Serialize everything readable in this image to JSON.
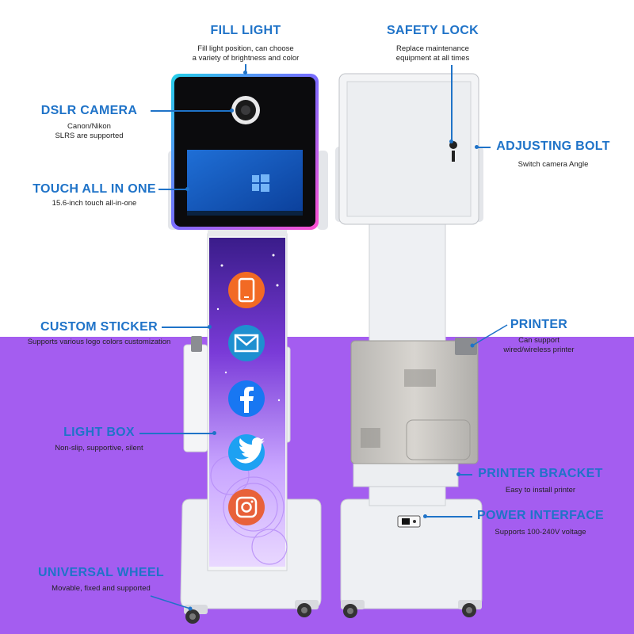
{
  "callouts": {
    "fill_light": {
      "title": "FILL LIGHT",
      "desc": [
        "Fill light position, can choose",
        "a variety of brightness and color"
      ]
    },
    "safety_lock": {
      "title": "SAFETY LOCK",
      "desc": [
        "Replace maintenance",
        "equipment at all times"
      ]
    },
    "dslr_camera": {
      "title": "DSLR CAMERA",
      "desc": [
        "Canon/Nikon",
        "SLRS are supported"
      ]
    },
    "adjusting_bolt": {
      "title": "ADJUSTING BOLT",
      "desc": [
        "Switch camera Angle"
      ]
    },
    "touch_all_in_one": {
      "title": "TOUCH ALL IN ONE",
      "desc": [
        "15.6-inch touch all-in-one"
      ]
    },
    "custom_sticker": {
      "title": "CUSTOM STICKER",
      "desc": [
        "Supports various logo colors customization"
      ]
    },
    "printer": {
      "title": "PRINTER",
      "desc": [
        "Can support",
        "wired/wireless printer"
      ]
    },
    "light_box": {
      "title": "LIGHT BOX",
      "desc": [
        "Non-slip, supportive, silent"
      ]
    },
    "printer_bracket": {
      "title": "PRINTER BRACKET",
      "desc": [
        "Easy to install printer"
      ]
    },
    "power_interface": {
      "title": "POWER INTERFACE",
      "desc": [
        "Supports 100-240V voltage"
      ]
    },
    "universal_wheel": {
      "title": "UNIVERSAL WHEEL",
      "desc": [
        "Movable, fixed and supported"
      ]
    }
  },
  "colors": {
    "callout_blue": "#1f73c8",
    "background_purple": "#a45df0",
    "phone_icon": "#f26a24",
    "mail_icon": "#1e8fd0",
    "facebook_icon": "#1877f2",
    "twitter_icon": "#1da1f2",
    "instagram_icon": "#e8613a"
  },
  "sticker_icons": [
    "phone-icon",
    "mail-icon",
    "facebook-icon",
    "twitter-icon",
    "instagram-icon"
  ]
}
